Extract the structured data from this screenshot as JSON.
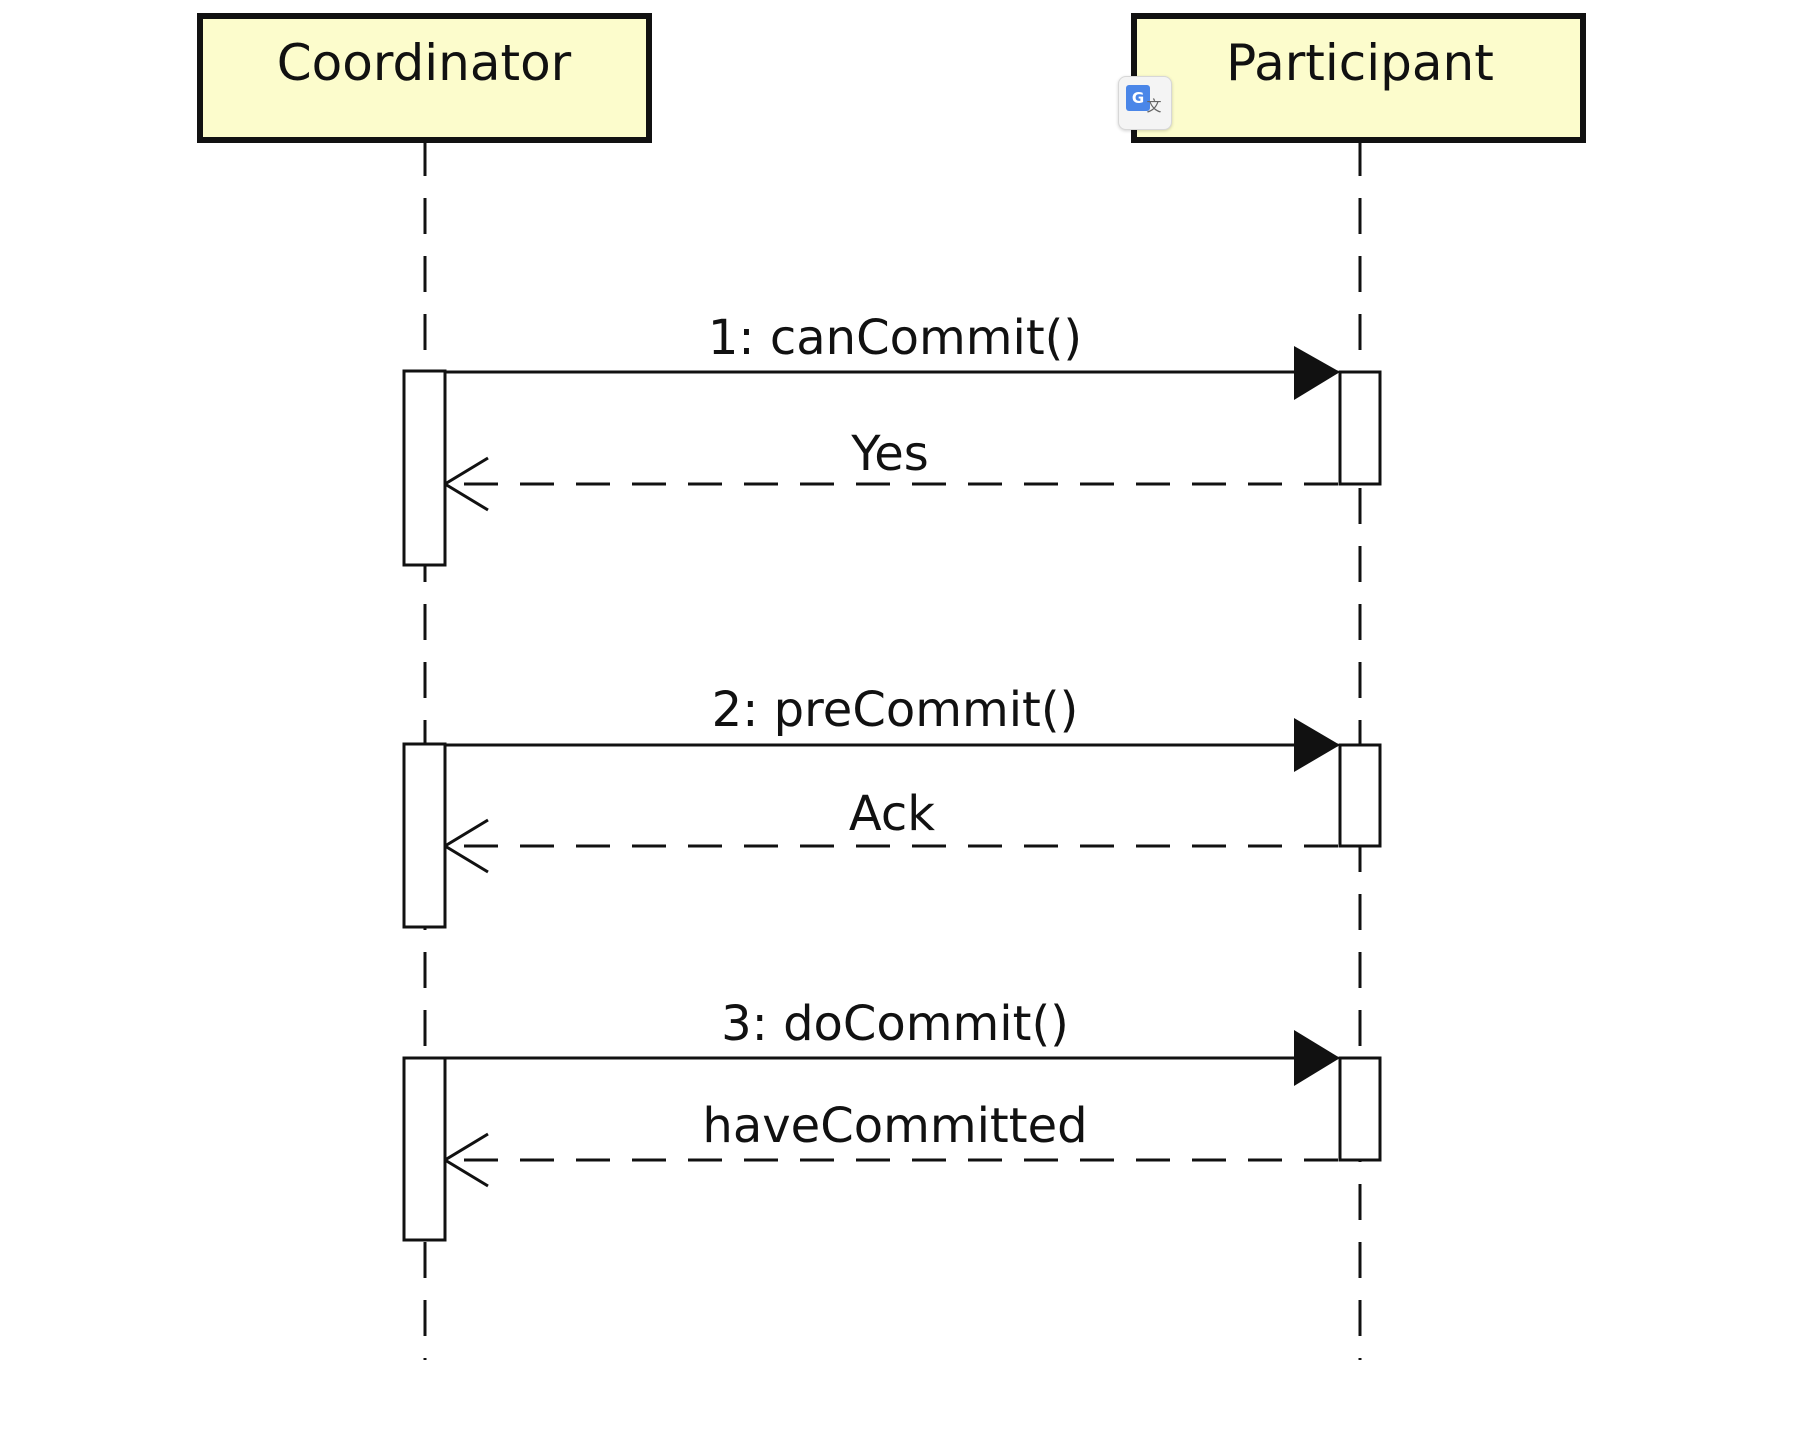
{
  "actors": [
    {
      "id": "coordinator",
      "label": "Coordinator"
    },
    {
      "id": "participant",
      "label": "Participant"
    }
  ],
  "messages": [
    {
      "id": "m1",
      "label": "1: canCommit()",
      "type": "sync",
      "from": "coordinator",
      "to": "participant"
    },
    {
      "id": "r1",
      "label": "Yes",
      "type": "reply",
      "from": "participant",
      "to": "coordinator"
    },
    {
      "id": "m2",
      "label": "2: preCommit()",
      "type": "sync",
      "from": "coordinator",
      "to": "participant"
    },
    {
      "id": "r2",
      "label": "Ack",
      "type": "reply",
      "from": "participant",
      "to": "coordinator"
    },
    {
      "id": "m3",
      "label": "3: doCommit()",
      "type": "sync",
      "from": "coordinator",
      "to": "participant"
    },
    {
      "id": "r3",
      "label": "haveCommitted",
      "type": "reply",
      "from": "participant",
      "to": "coordinator"
    }
  ],
  "colors": {
    "actor_fill": "#fcfccc",
    "stroke": "#111111",
    "activation_fill": "#ffffff"
  },
  "overlay": {
    "icon": "google-translate-icon",
    "g_glyph": "G",
    "zh_glyph": "文"
  }
}
